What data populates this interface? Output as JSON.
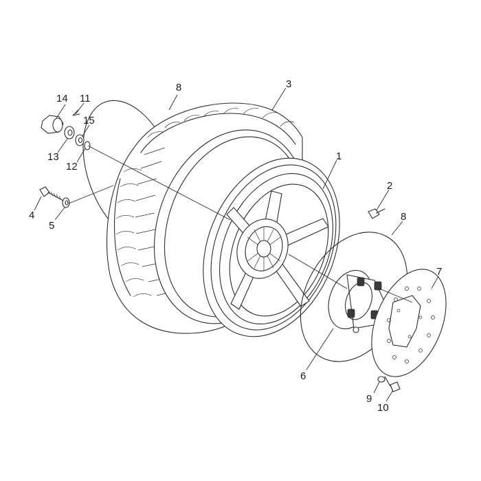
{
  "diagram": {
    "callouts": [
      {
        "id": "c1",
        "label": "1"
      },
      {
        "id": "c2",
        "label": "2"
      },
      {
        "id": "c3",
        "label": "3"
      },
      {
        "id": "c4",
        "label": "4"
      },
      {
        "id": "c5",
        "label": "5"
      },
      {
        "id": "c6",
        "label": "6"
      },
      {
        "id": "c7",
        "label": "7"
      },
      {
        "id": "c8a",
        "label": "8"
      },
      {
        "id": "c8b",
        "label": "8"
      },
      {
        "id": "c9",
        "label": "9"
      },
      {
        "id": "c10",
        "label": "10"
      },
      {
        "id": "c11",
        "label": "11"
      },
      {
        "id": "c12",
        "label": "12"
      },
      {
        "id": "c13",
        "label": "13"
      },
      {
        "id": "c14",
        "label": "14"
      },
      {
        "id": "c15",
        "label": "15"
      }
    ]
  }
}
